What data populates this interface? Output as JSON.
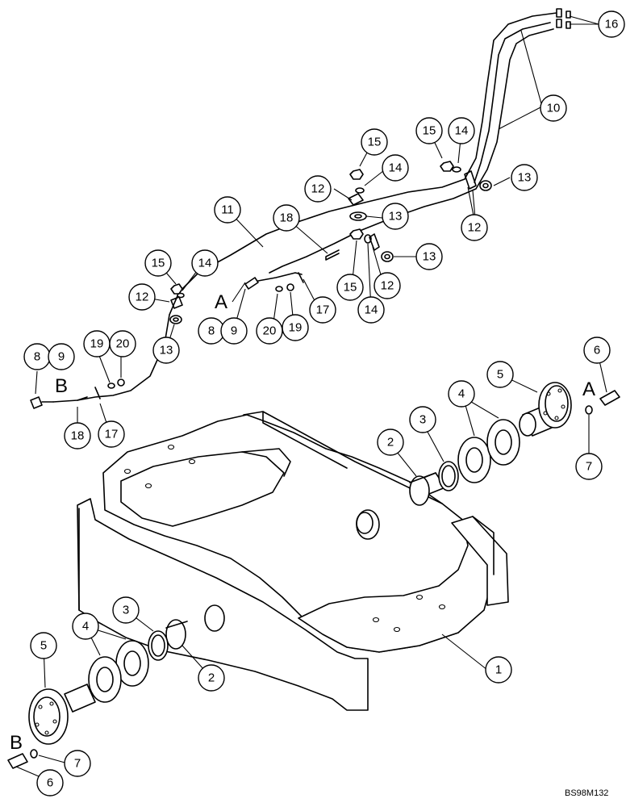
{
  "callouts": [
    {
      "id": "c16",
      "label": "16"
    },
    {
      "id": "c10",
      "label": "10"
    },
    {
      "id": "c15a",
      "label": "15"
    },
    {
      "id": "c14a",
      "label": "14"
    },
    {
      "id": "c13a",
      "label": "13"
    },
    {
      "id": "c12a",
      "label": "12"
    },
    {
      "id": "c15b",
      "label": "15"
    },
    {
      "id": "c14b",
      "label": "14"
    },
    {
      "id": "c12b",
      "label": "12"
    },
    {
      "id": "c13b",
      "label": "13"
    },
    {
      "id": "c11",
      "label": "11"
    },
    {
      "id": "c18a",
      "label": "18"
    },
    {
      "id": "c13c",
      "label": "13"
    },
    {
      "id": "c15c",
      "label": "15"
    },
    {
      "id": "c14c",
      "label": "14"
    },
    {
      "id": "c12c",
      "label": "12"
    },
    {
      "id": "c15d",
      "label": "15"
    },
    {
      "id": "c14d",
      "label": "14"
    },
    {
      "id": "c12d",
      "label": "12"
    },
    {
      "id": "c13d",
      "label": "13"
    },
    {
      "id": "c17a",
      "label": "17"
    },
    {
      "id": "c19a",
      "label": "19"
    },
    {
      "id": "c20a",
      "label": "20"
    },
    {
      "id": "c8a",
      "label": "8"
    },
    {
      "id": "c9a",
      "label": "9"
    },
    {
      "id": "c8b",
      "label": "8"
    },
    {
      "id": "c9b",
      "label": "9"
    },
    {
      "id": "c19b",
      "label": "19"
    },
    {
      "id": "c20b",
      "label": "20"
    },
    {
      "id": "c18b",
      "label": "18"
    },
    {
      "id": "c17b",
      "label": "17"
    },
    {
      "id": "c6a",
      "label": "6"
    },
    {
      "id": "c5a",
      "label": "5"
    },
    {
      "id": "c4a",
      "label": "4"
    },
    {
      "id": "c3a",
      "label": "3"
    },
    {
      "id": "c2a",
      "label": "2"
    },
    {
      "id": "c7a",
      "label": "7"
    },
    {
      "id": "c1",
      "label": "1"
    },
    {
      "id": "c5b",
      "label": "5"
    },
    {
      "id": "c4b",
      "label": "4"
    },
    {
      "id": "c3b",
      "label": "3"
    },
    {
      "id": "c2b",
      "label": "2"
    },
    {
      "id": "c7b",
      "label": "7"
    },
    {
      "id": "c6b",
      "label": "6"
    }
  ],
  "letters": {
    "a_top": "A",
    "b_left": "B",
    "a_right": "A",
    "b_bottom": "B"
  },
  "reference_code": "BS98M132"
}
